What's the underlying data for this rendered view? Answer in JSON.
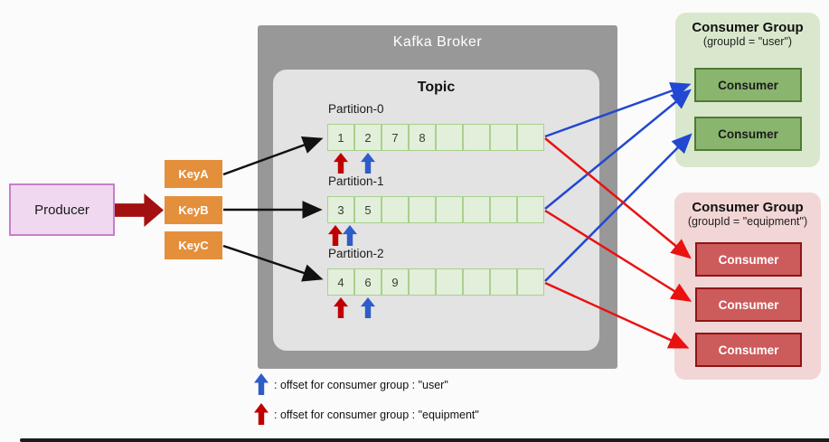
{
  "diagram": {
    "producer": {
      "label": "Producer"
    },
    "keys": [
      {
        "label": "KeyA"
      },
      {
        "label": "KeyB"
      },
      {
        "label": "KeyC"
      }
    ],
    "broker": {
      "title": "Kafka Broker",
      "topic": {
        "title": "Topic",
        "partitions": [
          {
            "label": "Partition-0",
            "cells": [
              "1",
              "2",
              "7",
              "8",
              "",
              "",
              "",
              ""
            ]
          },
          {
            "label": "Partition-1",
            "cells": [
              "3",
              "5",
              "",
              "",
              "",
              "",
              "",
              ""
            ]
          },
          {
            "label": "Partition-2",
            "cells": [
              "4",
              "6",
              "9",
              "",
              "",
              "",
              "",
              ""
            ]
          }
        ]
      }
    },
    "consumer_groups": [
      {
        "title": "Consumer Group",
        "subtitle": "(groupId = \"user\")",
        "theme": "green",
        "consumers": [
          "Consumer",
          "Consumer"
        ]
      },
      {
        "title": "Consumer Group",
        "subtitle": "(groupId = \"equipment\")",
        "theme": "red",
        "consumers": [
          "Consumer",
          "Consumer",
          "Consumer"
        ]
      }
    ],
    "legend": [
      {
        "icon": "blue-up-arrow",
        "text": ": offset for consumer group : \"user\""
      },
      {
        "icon": "red-up-arrow",
        "text": ": offset for consumer group : \"equipment\""
      }
    ],
    "colors": {
      "producer_fill": "#F0D9F0",
      "producer_border": "#C77FC7",
      "key_fill": "#E48F3B",
      "broker_fill": "#989898",
      "topic_fill": "#E3E3E3",
      "cell_fill": "#E2EFDA",
      "cell_border": "#A9D08E",
      "user_group_fill": "#D9E8CC",
      "user_consumer_fill": "#8AB56F",
      "user_consumer_border": "#4E7A34",
      "equipment_group_fill": "#F2D5D5",
      "equipment_consumer_fill": "#CC5B5B",
      "equipment_consumer_border": "#8E1515",
      "offset_user_blue": "#2E5CC9",
      "offset_equipment_red": "#C00000",
      "line_blue": "#2247D2",
      "line_red": "#EA1111",
      "block_arrow_red": "#A31010"
    }
  }
}
